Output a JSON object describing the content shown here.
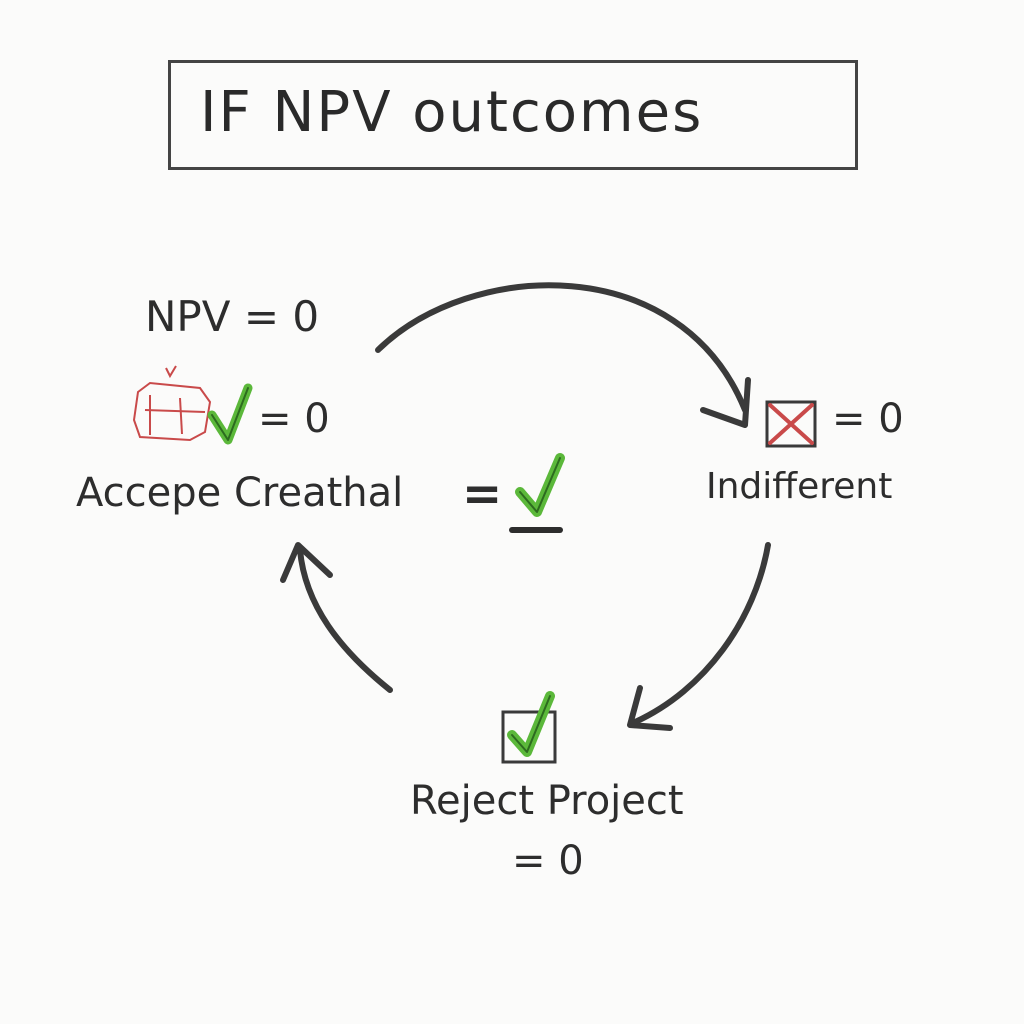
{
  "title": "IF NPV outcomes",
  "nodes": {
    "npv": {
      "label": "NPV = 0"
    },
    "accept": {
      "value": "= 0",
      "label": "Accepe Creathal"
    },
    "indifferent": {
      "value": "= 0",
      "label": "Indifferent"
    },
    "reject": {
      "label": "Reject Project",
      "value": "= 0"
    },
    "center": {
      "symbol": "="
    }
  },
  "colors": {
    "ink": "#2d2d2d",
    "check_green": "#5bb83a",
    "cross_red": "#c94a4a"
  },
  "icons": [
    "box-check-icon",
    "check-icon",
    "cross-box-icon",
    "check-box-icon"
  ]
}
